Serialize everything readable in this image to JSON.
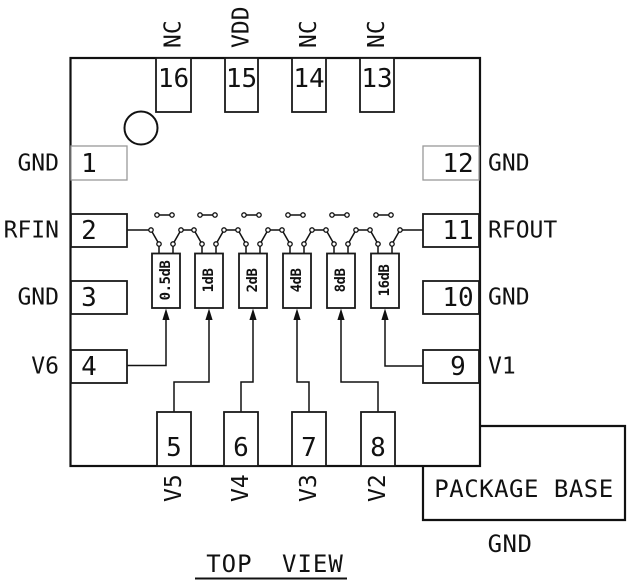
{
  "title": "TOP VIEW",
  "package_base": {
    "label": "PACKAGE BASE",
    "ground_label": "GND"
  },
  "pins": {
    "top": [
      {
        "number": "16",
        "label": "NC"
      },
      {
        "number": "15",
        "label": "VDD"
      },
      {
        "number": "14",
        "label": "NC"
      },
      {
        "number": "13",
        "label": "NC"
      }
    ],
    "left": [
      {
        "number": "1",
        "label": "GND"
      },
      {
        "number": "2",
        "label": "RFIN"
      },
      {
        "number": "3",
        "label": "GND"
      },
      {
        "number": "4",
        "label": "V6"
      }
    ],
    "right": [
      {
        "number": "12",
        "label": "GND"
      },
      {
        "number": "11",
        "label": "RFOUT"
      },
      {
        "number": "10",
        "label": "GND"
      },
      {
        "number": "9",
        "label": "V1"
      }
    ],
    "bottom": [
      {
        "number": "5",
        "label": "V5"
      },
      {
        "number": "6",
        "label": "V4"
      },
      {
        "number": "7",
        "label": "V3"
      },
      {
        "number": "8",
        "label": "V2"
      }
    ]
  },
  "attenuators": [
    "0.5dB",
    "1dB",
    "2dB",
    "4dB",
    "8dB",
    "16dB"
  ],
  "colors": {
    "line": "#111111",
    "light_pin_stroke": "#999999",
    "background": "#ffffff"
  }
}
